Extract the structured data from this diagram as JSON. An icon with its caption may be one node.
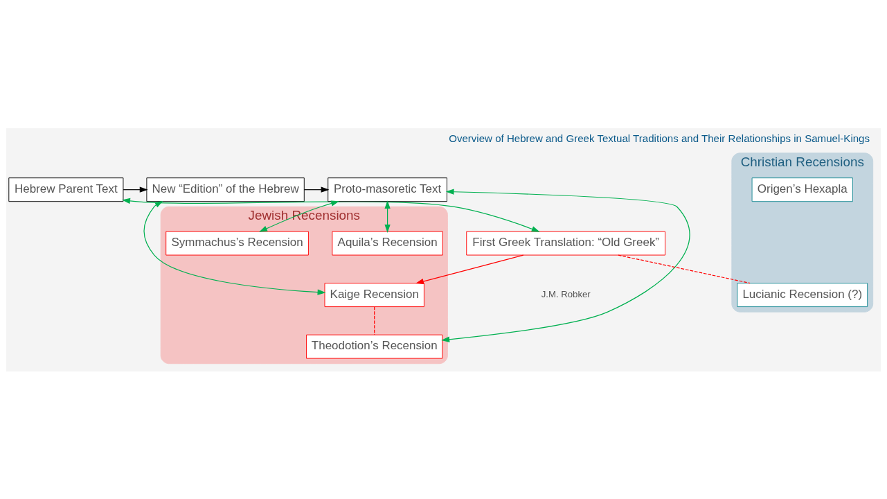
{
  "diagram": {
    "title": "Overview of Hebrew and Greek Textual Traditions and Their Relationships in Samuel-Kings",
    "nodes": [
      {
        "text": [
          "Hebrew Parent Text"
        ]
      },
      {
        "text": [
          "New “Edition” of the Hebrew"
        ]
      },
      {
        "text": [
          "Proto-masoretic Text"
        ]
      },
      {
        "text": [
          "Jewish Recensions"
        ]
      },
      {
        "text": [
          "Aquila’s Recension"
        ],
        "in": 3
      },
      {
        "text": [
          "Kaige Recension"
        ],
        "in": 3
      },
      {
        "text": [
          "Theodotion’s Recension"
        ],
        "in": 3
      },
      {
        "text": [
          "First Greek Translation: “Old Greek”"
        ]
      },
      {
        "text": [
          "Symmachus’s Recension"
        ],
        "in": 3
      },
      {
        "text": [
          "Christian Recensions"
        ]
      },
      {
        "text": [
          "Origen’s Hexapla"
        ],
        "in": 9
      },
      {
        "text": [
          "Lucianic Recension (?)"
        ],
        "in": 9
      }
    ],
    "edges": [
      {
        "from": 0,
        "to": 1,
        "arrow": "to",
        "color": "#000000"
      },
      {
        "from": 1,
        "to": 2,
        "arrow": "to",
        "color": "#000000"
      },
      {
        "from": 0,
        "to": 7,
        "arrow": "both"
      },
      {
        "from": 1,
        "to": 5,
        "arrow": "both"
      },
      {
        "from": 2,
        "to": 4,
        "arrow": "both"
      },
      {
        "from": 2,
        "to": 6,
        "arrow": "both"
      },
      {
        "from": 2,
        "to": 8,
        "arrow": "both"
      },
      {
        "from": 7,
        "to": 5,
        "arrow": "to",
        "color": "#ff0000"
      },
      {
        "from": 5,
        "to": 6,
        "arrow": "none",
        "style": "dashed",
        "color": "#ff0000"
      },
      {
        "from": 7,
        "to": 11,
        "arrow": "none",
        "style": "dashed",
        "color": "#ff0000"
      }
    ],
    "labels": [
      "J.M. Robker"
    ]
  }
}
